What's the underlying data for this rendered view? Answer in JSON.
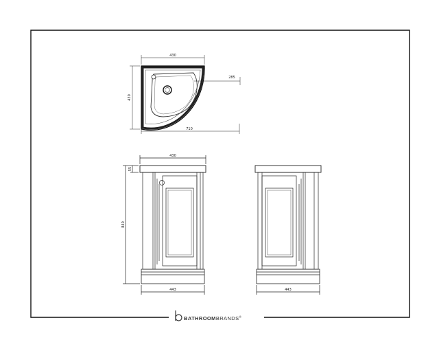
{
  "drawing": {
    "plan_view": {
      "width_top": "430",
      "depth_side": "430",
      "radius_offset": "285",
      "overall_diagonal": "710"
    },
    "front_view": {
      "top_width": "430",
      "worktop_thickness": "55",
      "overall_height": "840",
      "plinth_width": "443"
    },
    "side_view": {
      "plinth_width": "443"
    }
  },
  "brand": {
    "name_bold": "BATHROOM",
    "name_light": "BRANDS",
    "mark": "®",
    "icon": "b-logo-icon"
  }
}
